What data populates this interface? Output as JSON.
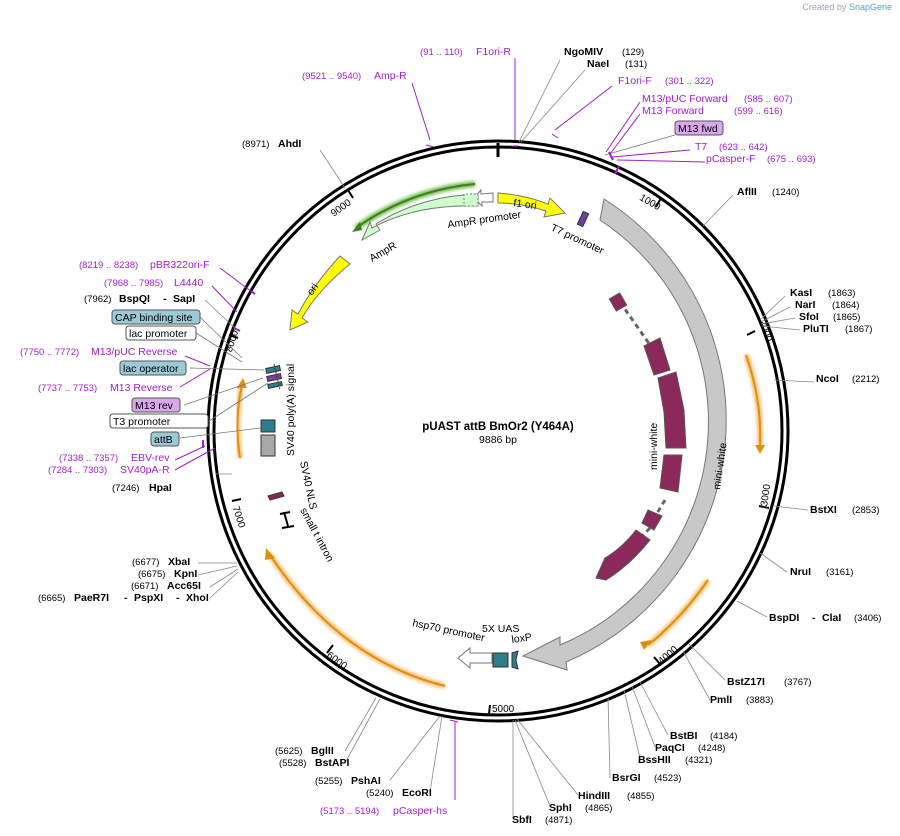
{
  "credit": {
    "prefix": "Created by",
    "brand": "SnapGene"
  },
  "plasmid": {
    "name": "pUAST attB BmOr2 (Y464A)",
    "size": "9886 bp"
  },
  "ticks": [
    "1000",
    "2000",
    "3000",
    "4000",
    "5000",
    "6000",
    "7000",
    "8000",
    "9000"
  ],
  "colors": {
    "backbone": "#000000",
    "mini_white": "#c0c0c0",
    "exon": "#8b2a5a",
    "f1ori": "#ffff00",
    "ori": "#ffff00",
    "ampr": "#ccffcc",
    "promoter": "#ffffff",
    "polya": "#2e7d8c",
    "sv40": "#a8a8a8",
    "primer": "#a020c8",
    "orf": "#f5a623"
  },
  "features": {
    "f1ori": "f1 ori",
    "t7_promoter": "T7 promoter",
    "ampr_promoter": "AmpR promoter",
    "ampr": "AmpR",
    "ori": "ori",
    "mini_white_outer": "mini-white",
    "mini_white_inner": "mini-white",
    "sv40_polya": "SV40 poly(A) signal",
    "sv40_nls": "SV40 NLS",
    "small_t": "small t intron",
    "hsp70": "hsp70 promoter",
    "uas": "5X UAS",
    "loxp": "loxP"
  },
  "enzymes_right": [
    {
      "name": "NgoMIV",
      "pos": "(129)"
    },
    {
      "name": "NaeI",
      "pos": "(131)"
    },
    {
      "name": "AflII",
      "pos": "(1240)"
    },
    {
      "name": "KasI",
      "pos": "(1863)"
    },
    {
      "name": "NarI",
      "pos": "(1864)"
    },
    {
      "name": "SfoI",
      "pos": "(1865)"
    },
    {
      "name": "PluTI",
      "pos": "(1867)"
    },
    {
      "name": "NcoI",
      "pos": "(2212)"
    },
    {
      "name": "BstXI",
      "pos": "(2853)"
    },
    {
      "name": "NruI",
      "pos": "(3161)"
    },
    {
      "name": "BspDI",
      "pos": ""
    },
    {
      "name": "ClaI",
      "pos": "(3406)"
    },
    {
      "name": "BstZ17I",
      "pos": "(3767)"
    },
    {
      "name": "PmlI",
      "pos": "(3883)"
    },
    {
      "name": "BstBI",
      "pos": "(4184)"
    },
    {
      "name": "PaqCI",
      "pos": "(4248)"
    },
    {
      "name": "BssHII",
      "pos": "(4321)"
    },
    {
      "name": "BsrGI",
      "pos": "(4523)"
    },
    {
      "name": "HindIII",
      "pos": "(4855)"
    },
    {
      "name": "SphI",
      "pos": "(4865)"
    },
    {
      "name": "SbfI",
      "pos": "(4871)"
    }
  ],
  "enzymes_left": [
    {
      "name": "AhdI",
      "pos": "(8971)"
    },
    {
      "name": "BspQI",
      "pos": "(7962)"
    },
    {
      "name": "SapI",
      "pos": ""
    },
    {
      "name": "HpaI",
      "pos": "(7246)"
    },
    {
      "name": "XbaI",
      "pos": "(6677)"
    },
    {
      "name": "KpnI",
      "pos": "(6675)"
    },
    {
      "name": "Acc65I",
      "pos": "(6671)"
    },
    {
      "name": "PaeR7I",
      "pos": "(6665)"
    },
    {
      "name": "PspXI",
      "pos": ""
    },
    {
      "name": "XhoI",
      "pos": ""
    },
    {
      "name": "BglII",
      "pos": "(5625)"
    },
    {
      "name": "BstAPI",
      "pos": "(5528)"
    },
    {
      "name": "PshAI",
      "pos": "(5255)"
    },
    {
      "name": "EcoRI",
      "pos": "(5240)"
    }
  ],
  "primers": [
    {
      "name": "F1ori-R",
      "pos": "(91 .. 110)"
    },
    {
      "name": "Amp-R",
      "pos": "(9521 .. 9540)"
    },
    {
      "name": "F1ori-F",
      "pos": "(301 .. 322)"
    },
    {
      "name": "M13/pUC Forward",
      "pos": "(585 .. 607)"
    },
    {
      "name": "M13 Forward",
      "pos": "(599 .. 616)"
    },
    {
      "name": "T7",
      "pos": "(623 .. 642)"
    },
    {
      "name": "pCasper-F",
      "pos": "(675 .. 693)"
    },
    {
      "name": "pBR322ori-F",
      "pos": "(8219 .. 8238)"
    },
    {
      "name": "L4440",
      "pos": "(7968 .. 7985)"
    },
    {
      "name": "M13/pUC Reverse",
      "pos": "(7750 .. 7772)"
    },
    {
      "name": "M13 Reverse",
      "pos": "(7737 .. 7753)"
    },
    {
      "name": "EBV-rev",
      "pos": "(7338 .. 7357)"
    },
    {
      "name": "SV40pA-R",
      "pos": "(7284 .. 7303)"
    },
    {
      "name": "pCasper-hs",
      "pos": "(5173 .. 5194)"
    }
  ],
  "boxed_features": {
    "m13_fwd": "M13 fwd",
    "cap": "CAP binding site",
    "lac_promoter": "lac promoter",
    "lac_operator": "lac operator",
    "m13_rev": "M13 rev",
    "t3": "T3 promoter",
    "attb": "attB"
  }
}
